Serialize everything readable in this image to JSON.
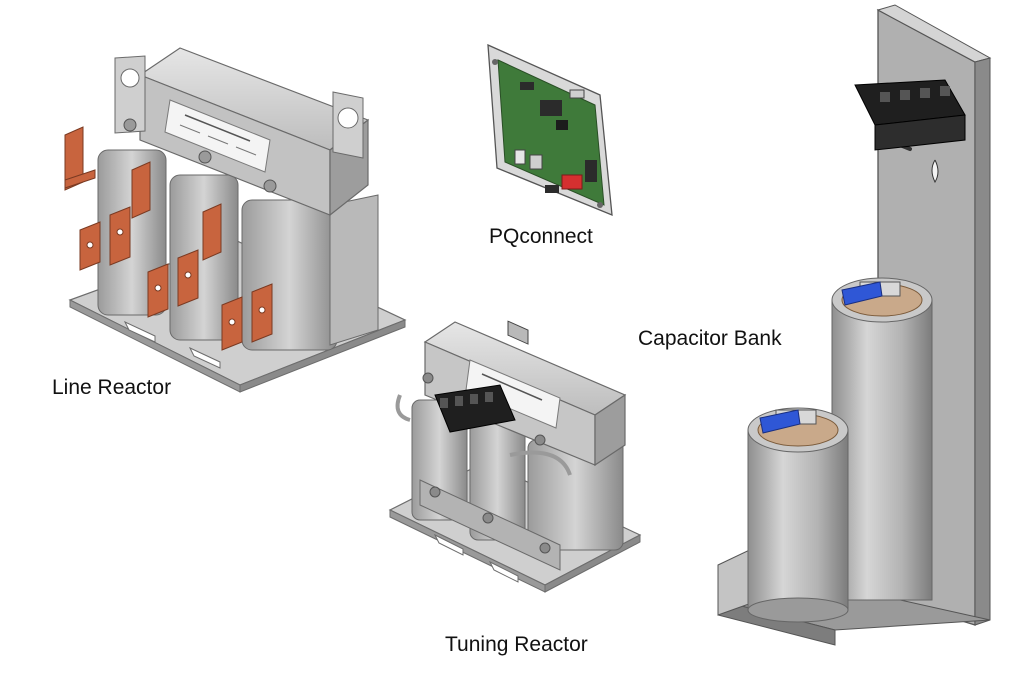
{
  "captions": {
    "line_reactor": "Line Reactor",
    "pqconnect": "PQconnect",
    "tuning_reactor": "Tuning Reactor",
    "capacitor_bank": "Capacitor Bank"
  },
  "colors": {
    "steel": "#c9c9c9",
    "steel_dark": "#8e8e8e",
    "coil": "#b7b7b7",
    "copper": "#c8643e",
    "pcb_green": "#3f7a3a",
    "cap_blue": "#2f57d6",
    "cap_cap": "#c9a98a",
    "terminal_black": "#1f1f1f"
  },
  "icons": [
    "line-reactor-illustration",
    "pqconnect-board-illustration",
    "tuning-reactor-illustration",
    "capacitor-bank-illustration"
  ]
}
